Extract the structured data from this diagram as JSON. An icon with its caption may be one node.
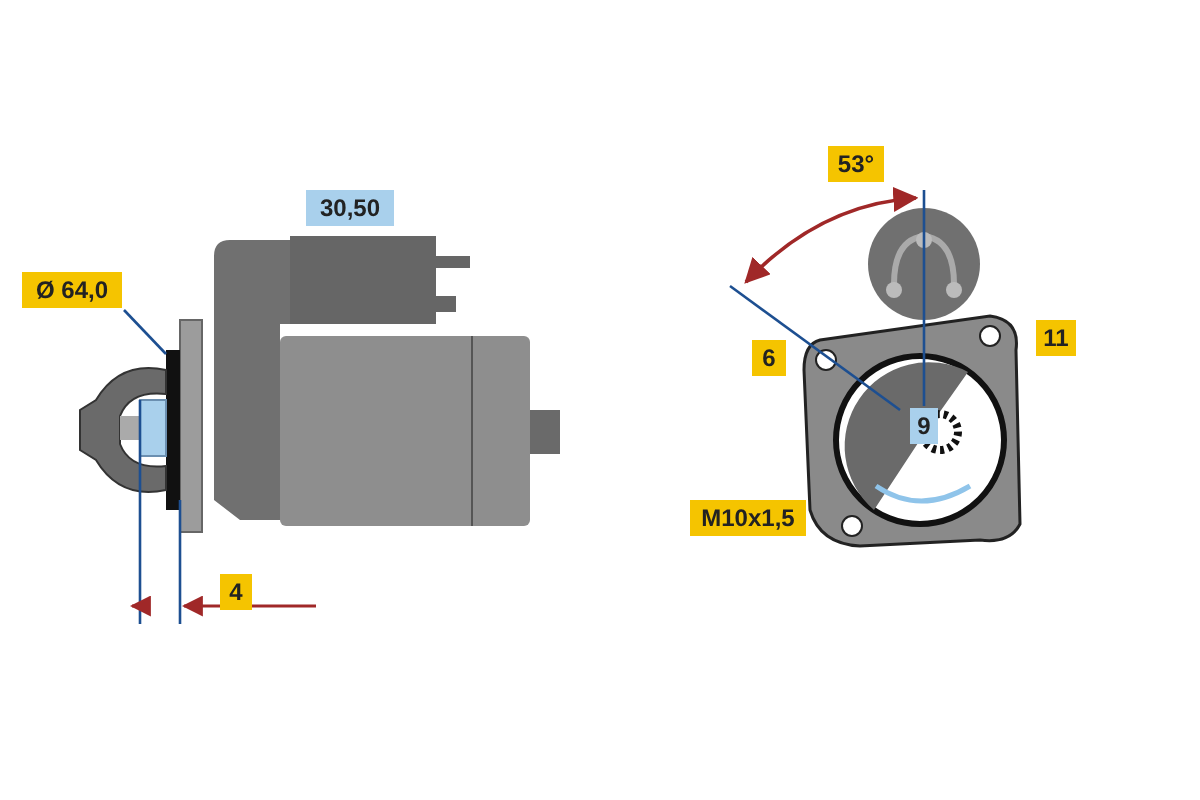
{
  "diagram": {
    "labels": [
      "30,50",
      "53°",
      "Ø 64,0",
      "6",
      "11",
      "9",
      "M10x1,5",
      "4"
    ]
  }
}
